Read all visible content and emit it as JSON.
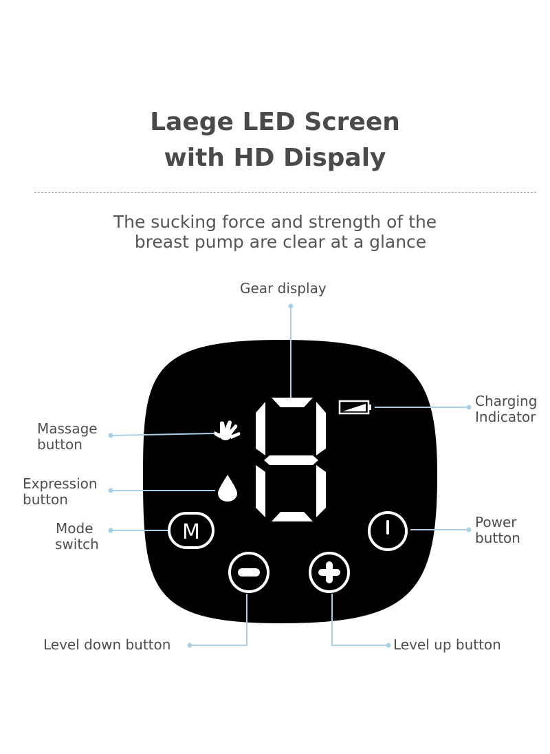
{
  "header": {
    "title_line1": "Laege LED Screen",
    "title_line2": "with HD Dispaly"
  },
  "subtitle": {
    "line1": "The sucking force and strength of the",
    "line2": "breast pump are clear at a glance"
  },
  "display": {
    "digit": "8"
  },
  "labels": {
    "gear_display": "Gear display",
    "charging_line1": "Charging",
    "charging_line2": "Indicator",
    "massage_line1": "Massage",
    "massage_line2": "button",
    "expression_line1": "Expression",
    "expression_line2": "button",
    "mode_line1": "Mode",
    "mode_line2": "switch",
    "power_line1": "Power",
    "power_line2": "button",
    "level_down": "Level down button",
    "level_up": "Level up button"
  },
  "buttons": {
    "mode_letter": "M"
  },
  "colors": {
    "leader_line": "#a9cfe8",
    "panel": "#000000",
    "icon": "#ffffff"
  }
}
